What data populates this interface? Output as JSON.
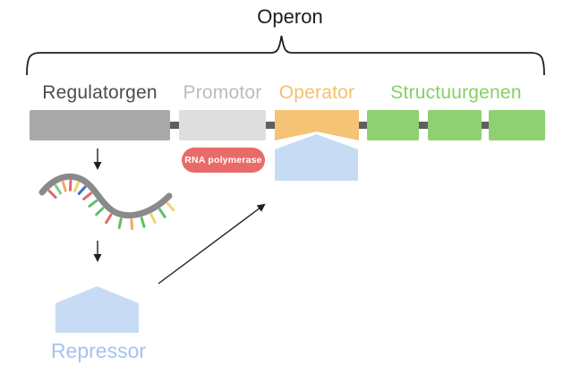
{
  "title": "Operon",
  "segments": [
    {
      "label": "Regulatorgen",
      "text_color": "#4c4c4c",
      "block_color": "#a9a9a9"
    },
    {
      "label": "Promotor",
      "text_color": "#bcbcbc",
      "block_color": "#dedede"
    },
    {
      "label": "Operator",
      "text_color": "#f4c06d",
      "block_color": "#f4c376"
    },
    {
      "label": "Structuurgenen",
      "text_color": "#85d166",
      "block_color": "#8fd172"
    }
  ],
  "structural_gene_block_count": 3,
  "rna_polymerase": {
    "label": "RNA polymerase",
    "fill_color": "#ea6a6a",
    "text_color": "#ffffff"
  },
  "repressor": {
    "label": "Repressor",
    "shape_color": "#c8dbf4",
    "label_color": "#a6c3f0"
  },
  "mrna": {
    "strand_color": "#8a8a8a",
    "tick_colors": [
      "#e06a6a",
      "#7ccf7c",
      "#f0a968",
      "#e06a6a",
      "#f2d375",
      "#3f6fd1",
      "#e06a6a",
      "#62bd6a",
      "#62bd6a",
      "#e06a6a",
      "#62bd6a",
      "#f0a968",
      "#62bd6a",
      "#f2d375",
      "#62bd6a",
      "#f2d375"
    ]
  },
  "connector_color": "#5f5f5f",
  "line_color": "#1f1f1f"
}
